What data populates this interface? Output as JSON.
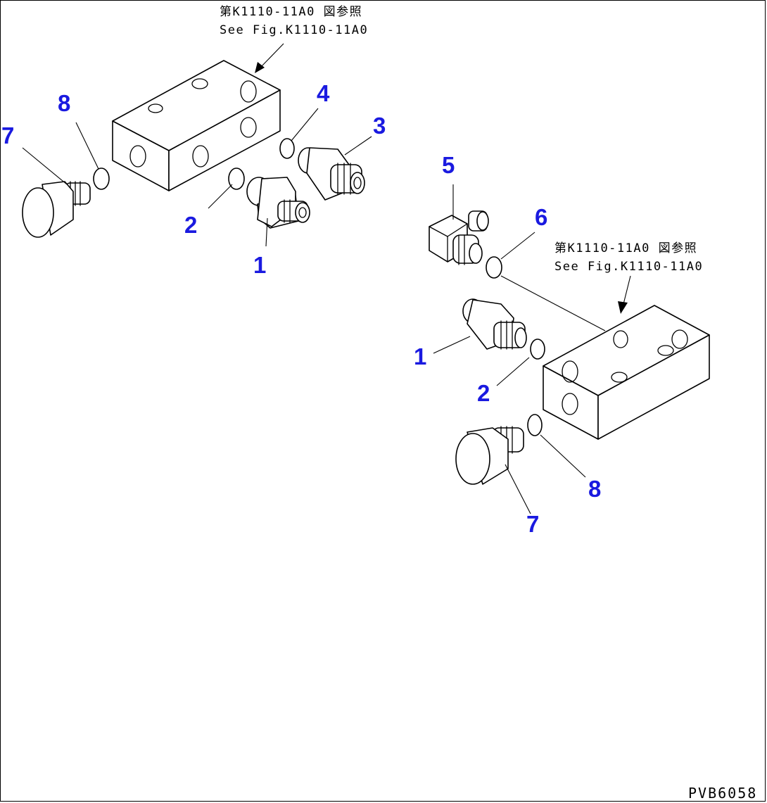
{
  "references": {
    "top_left": {
      "line1": "第K1110-11A0 図参照",
      "line2": "See Fig.K1110-11A0"
    },
    "right": {
      "line1": "第K1110-11A0 図参照",
      "line2": "See Fig.K1110-11A0"
    }
  },
  "callouts": {
    "left_group": {
      "c1": "1",
      "c2": "2",
      "c3": "3",
      "c4": "4",
      "c7": "7",
      "c8": "8"
    },
    "right_group": {
      "c1": "1",
      "c2": "2",
      "c5": "5",
      "c6": "6",
      "c7": "7",
      "c8": "8"
    }
  },
  "drawing_code": "PVB6058",
  "colors": {
    "callout": "#1a1ae0",
    "line": "#000000",
    "background": "#ffffff"
  }
}
